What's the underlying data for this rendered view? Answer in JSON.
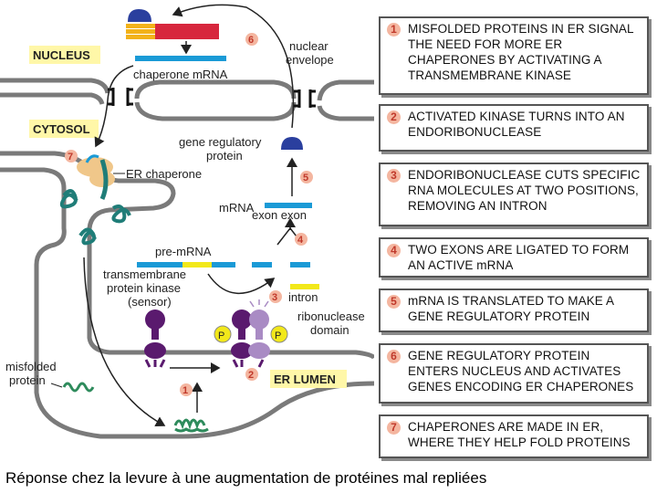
{
  "labels": {
    "nucleus": "NUCLEUS",
    "cytosol": "CYTOSOL",
    "er_lumen": "ER LUMEN",
    "nuclear_envelope_1": "nuclear",
    "nuclear_envelope_2": "envelope",
    "chaperone_mrna": "chaperone mRNA",
    "gene_reg_protein_1": "gene regulatory",
    "gene_reg_protein_2": "protein",
    "er_chaperone": "ER chaperone",
    "mrna": "mRNA",
    "exon_exon": "exon exon",
    "pre_mrna": "pre-mRNA",
    "kinase_1": "transmembrane",
    "kinase_2": "protein kinase",
    "kinase_3": "(sensor)",
    "intron": "intron",
    "ribonuclease_1": "ribonuclease",
    "ribonuclease_2": "domain",
    "misfolded_1": "misfolded",
    "misfolded_2": "protein",
    "p": "P"
  },
  "markers": [
    "1",
    "2",
    "3",
    "4",
    "5",
    "6",
    "7"
  ],
  "steps": [
    {
      "num": "1",
      "text": "MISFOLDED PROTEINS IN ER SIGNAL THE NEED FOR MORE ER CHAPERONES BY ACTIVATING A TRANSMEMBRANE KINASE"
    },
    {
      "num": "2",
      "text": "ACTIVATED KINASE  TURNS INTO AN ENDORIBONUCLEASE"
    },
    {
      "num": "3",
      "text": "ENDORIBONUCLEASE CUTS SPECIFIC RNA MOLECULES AT TWO POSITIONS, REMOVING AN INTRON"
    },
    {
      "num": "4",
      "text": "TWO EXONS ARE LIGATED TO FORM AN ACTIVE mRNA"
    },
    {
      "num": "5",
      "text": "mRNA IS TRANSLATED TO MAKE A GENE REGULATORY PROTEIN"
    },
    {
      "num": "6",
      "text": "GENE REGULATORY PROTEIN ENTERS NUCLEUS AND ACTIVATES GENES ENCODING ER CHAPERONES"
    },
    {
      "num": "7",
      "text": "CHAPERONES ARE MADE IN ER, WHERE THEY HELP FOLD PROTEINS"
    }
  ],
  "caption": "Réponse chez la levure à une augmentation de protéines mal repliées",
  "colors": {
    "membrane": "#7a7a7a",
    "label_box": "#fff7a8",
    "mrna": "#1a9ad6",
    "intron": "#f2e81a",
    "kinase": "#5a1a6e",
    "kinase_light": "#a98bc4",
    "gene_protein": "#2a3f9e",
    "chaperone": "#f0c78a",
    "misfolded": "#2e8b5c",
    "marker": "#f4b6a0"
  }
}
